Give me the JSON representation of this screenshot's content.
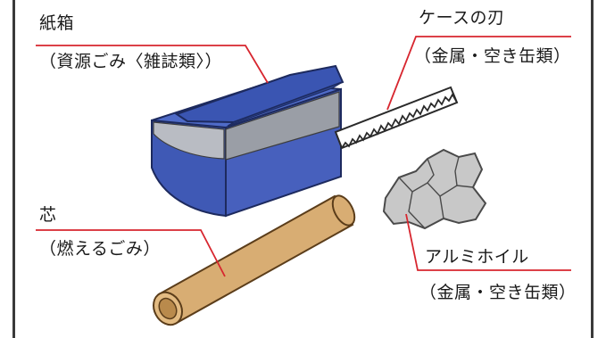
{
  "items": {
    "box": {
      "name": "紙箱",
      "category": "（資源ごみ〈雑誌類〉）"
    },
    "blade": {
      "name": "ケースの刃",
      "category": "（金属・空き缶類）"
    },
    "core": {
      "name": "芯",
      "category": "（燃えるごみ）"
    },
    "foil": {
      "name": "アルミホイル",
      "category": "（金属・空き缶類）"
    }
  },
  "colors": {
    "leader_line": "#d7262f",
    "box_blue": "#3f59b5",
    "box_gray": "#9a9ea6",
    "core_tan": "#d8ad73",
    "foil_gray": "#c8c8c8",
    "border": "#3a3a3a"
  }
}
